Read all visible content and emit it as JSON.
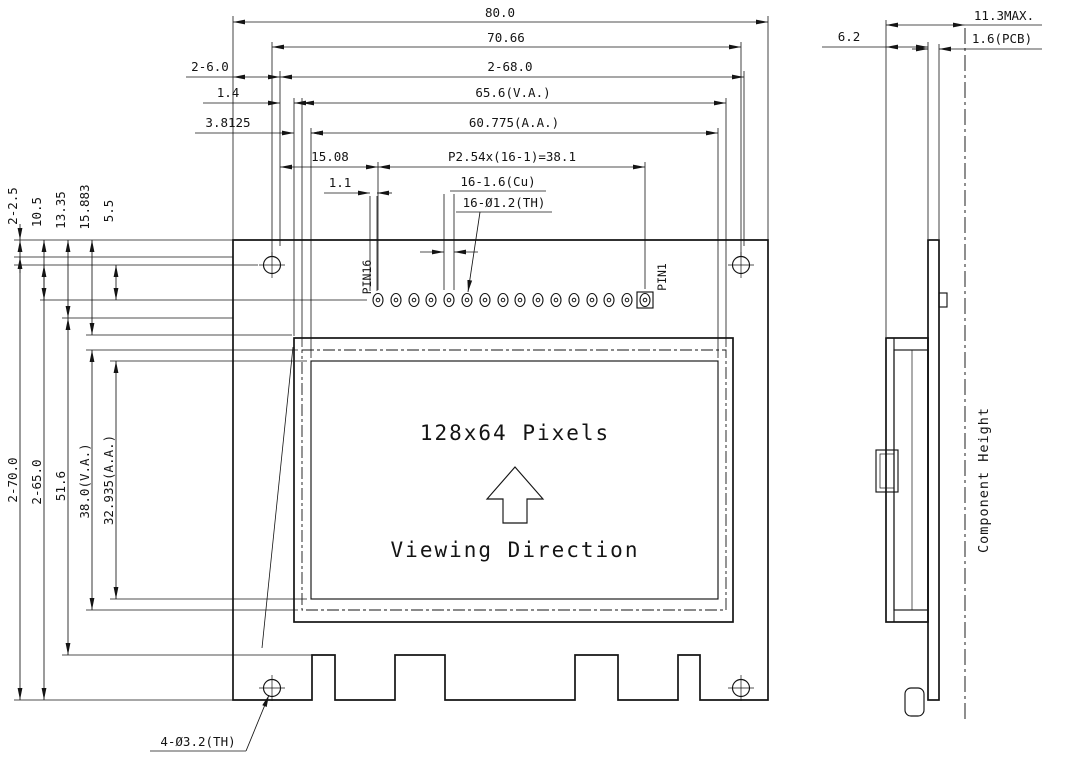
{
  "front_view": {
    "dim_80": "80.0",
    "dim_7066": "70.66",
    "dim_2_6": "2-6.0",
    "dim_2_68": "2-68.0",
    "dim_1_4": "1.4",
    "dim_va_w": "65.6(V.A.)",
    "dim_38125": "3.8125",
    "dim_aa_w": "60.775(A.A.)",
    "dim_1508": "15.08",
    "dim_pitch": "P2.54x(16-1)=38.1",
    "dim_1_1": "1.1",
    "dim_cu": "16-1.6(Cu)",
    "dim_th": "16-Ø1.2(TH)",
    "dim_2_25": "2-2.5",
    "dim_105": "10.5",
    "dim_1335": "13.35",
    "dim_15883": "15.883",
    "dim_55": "5.5",
    "dim_2_70": "2-70.0",
    "dim_2_65": "2-65.0",
    "dim_516": "51.6",
    "dim_va_h": "38.0(V.A.)",
    "dim_aa_h": "32.935(A.A.)",
    "pin16_label": "PIN16",
    "pin1_label": "PIN1",
    "display_text": "128x64 Pixels",
    "viewing_text": "Viewing Direction",
    "mount_hole_label": "4-Ø3.2(TH)"
  },
  "side_view": {
    "dim_62": "6.2",
    "dim_113max": "11.3MAX.",
    "dim_pcb": "1.6(PCB)",
    "component_height_label": "Component Height"
  }
}
